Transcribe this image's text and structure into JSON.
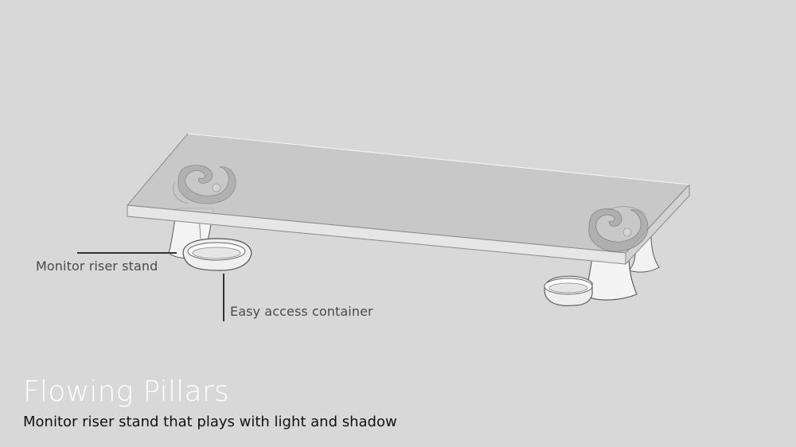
{
  "slide": {
    "title": "Flowing Pillars",
    "subtitle": "Monitor riser stand that plays with light and shadow"
  },
  "callouts": {
    "riser_stand": "Monitor riser stand",
    "container": "Easy access container"
  },
  "colors": {
    "background": "#d8d8d8",
    "glass_top": "#c4c4c4",
    "glass_edge": "#e4e4e4",
    "pillar": "#f2f2f2",
    "outline": "#555555",
    "title_text": "#ffffff",
    "subtitle_text": "#111111",
    "callout_text": "#4a4a4a"
  }
}
